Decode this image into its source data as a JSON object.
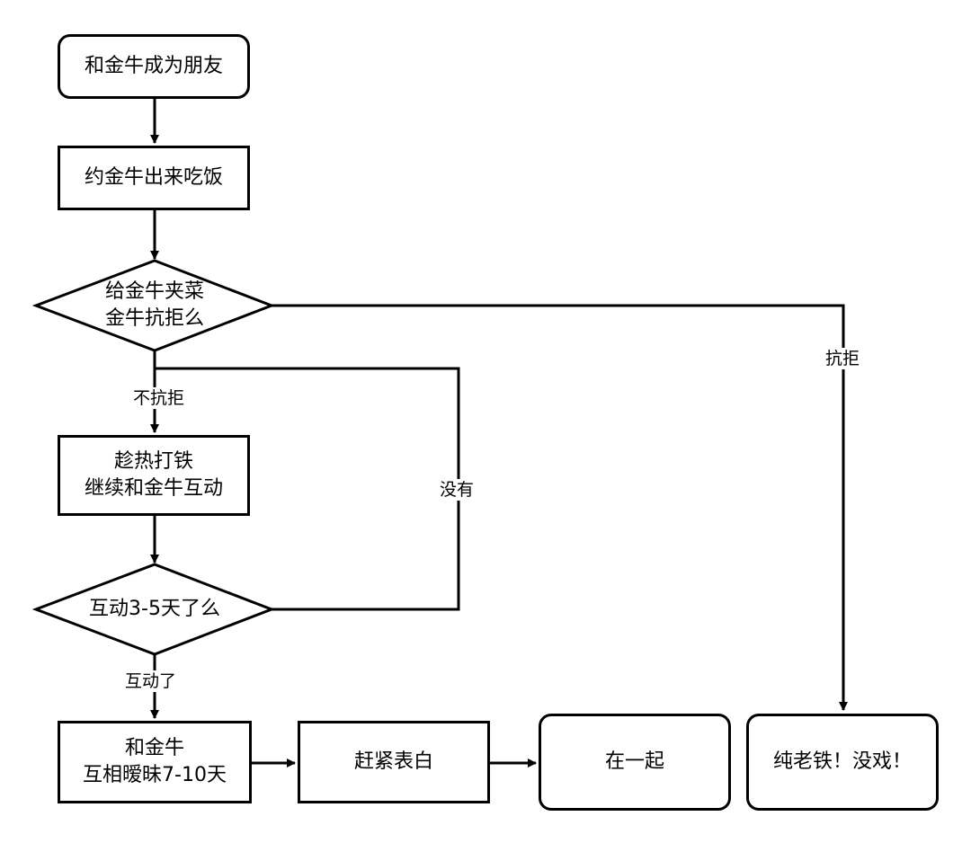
{
  "nodes": {
    "befriend": "和金牛成为朋友",
    "dinner": "约金牛出来吃饭",
    "pick_food": "给金牛夹菜\n金牛抗拒么",
    "keep_going": "趁热打铁\n继续和金牛互动",
    "interact_days": "互动3-5天了么",
    "ambiguous": "和金牛\n互相暧昧7-10天",
    "confess": "赶紧表白",
    "together": "在一起",
    "just_friend": "纯老铁！没戏！"
  },
  "edges": {
    "not_refuse": "不抗拒",
    "refuse": "抗拒",
    "not_yet": "没有",
    "interacted": "互动了"
  }
}
